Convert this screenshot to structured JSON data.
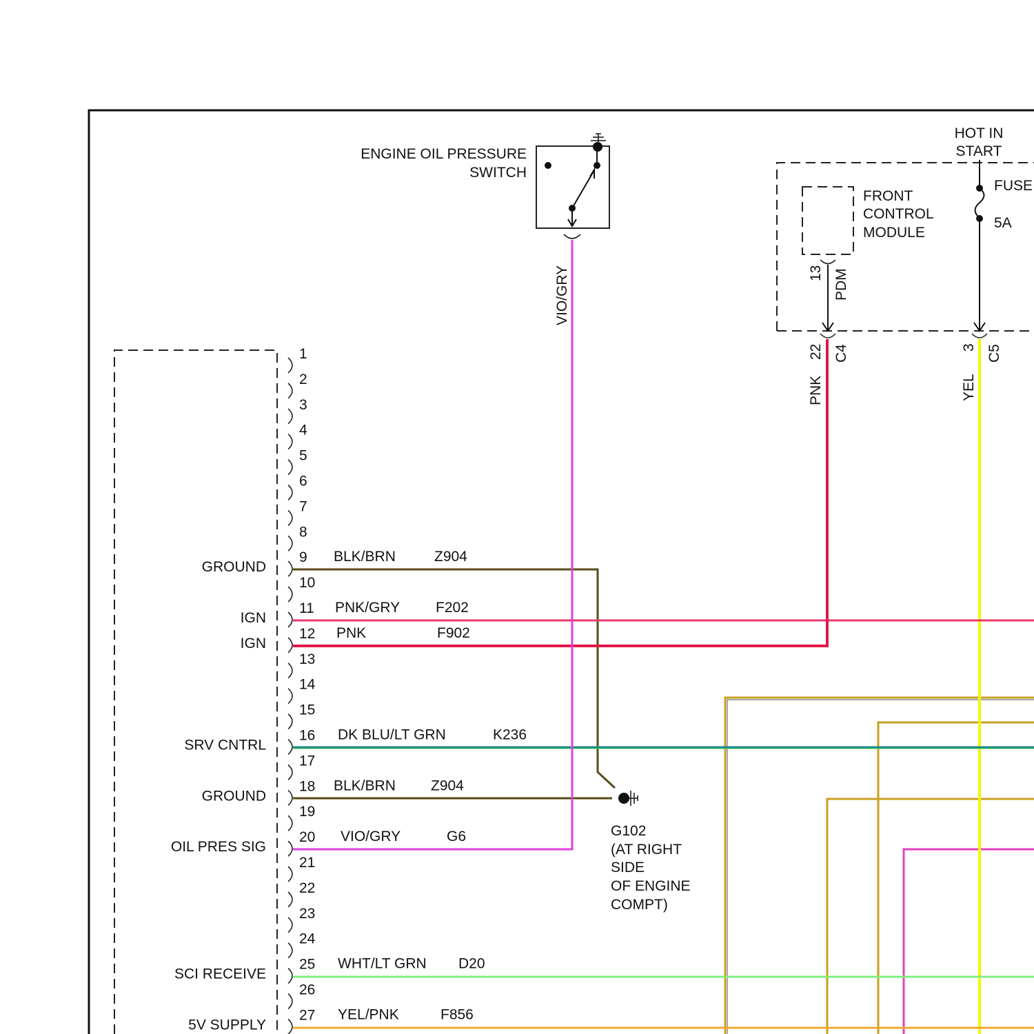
{
  "components": {
    "oil_switch": {
      "line1": "ENGINE OIL PRESSURE",
      "line2": "SWITCH"
    },
    "hot_in_start": {
      "line1": "HOT IN",
      "line2": "START"
    },
    "fuse": {
      "label": "FUSE",
      "rating": "5A"
    },
    "fcm": {
      "line1": "FRONT",
      "line2": "CONTROL",
      "line3": "MODULE"
    },
    "pdm": {
      "pin": "13",
      "label": "PDM"
    },
    "c4": {
      "pin": "22",
      "label": "C4"
    },
    "c5": {
      "pin": "3",
      "label": "C5"
    },
    "ground_g102": {
      "line1": "G102",
      "line2": "(AT RIGHT",
      "line3": "SIDE",
      "line4": "OF ENGINE",
      "line5": "COMPT)"
    }
  },
  "vertical_wire_labels": {
    "vio_gry": "VIO/GRY",
    "pnk": "PNK",
    "yel": "YEL"
  },
  "pins": [
    "1",
    "2",
    "3",
    "4",
    "5",
    "6",
    "7",
    "8",
    "9",
    "10",
    "11",
    "12",
    "13",
    "14",
    "15",
    "16",
    "17",
    "18",
    "19",
    "20",
    "21",
    "22",
    "23",
    "24",
    "25",
    "26",
    "27"
  ],
  "circuits": [
    {
      "pin": "9",
      "function": "GROUND",
      "wire": "BLK/BRN",
      "code": "Z904",
      "color": "#5a4a1a"
    },
    {
      "pin": "11",
      "function": "IGN",
      "wire": "PNK/GRY",
      "code": "F202",
      "color": "#e8386a"
    },
    {
      "pin": "12",
      "function": "IGN",
      "wire": "PNK",
      "code": "F902",
      "color": "#e3174a"
    },
    {
      "pin": "16",
      "function": "SRV CNTRL",
      "wire": "DK BLU/LT GRN",
      "code": "K236",
      "color": "#1b8a8a"
    },
    {
      "pin": "18",
      "function": "GROUND",
      "wire": "BLK/BRN",
      "code": "Z904",
      "color": "#5a4a1a"
    },
    {
      "pin": "20",
      "function": "OIL PRES SIG",
      "wire": "VIO/GRY",
      "code": "G6",
      "color": "#e040e0"
    },
    {
      "pin": "25",
      "function": "SCI RECEIVE",
      "wire": "WHT/LT GRN",
      "code": "D20",
      "color": "#7ef07e"
    },
    {
      "pin": "27",
      "function": "5V SUPPLY",
      "wire": "YEL/PNK",
      "code": "F856",
      "color": "#f0a830"
    }
  ],
  "colors": {
    "vio_gry": "#e040e0",
    "pnk": "#e3174a",
    "pnk_gry": "#e8386a",
    "yel": "#f6f600",
    "blk_brn": "#5a4a1a",
    "dk_blu_lt_grn": "#1b8a8a",
    "wht_lt_grn": "#7ef07e",
    "yel_pnk": "#f0a830",
    "tan": "#c8a020",
    "violet": "#e040c0",
    "gray_tan": "#9a8a50"
  }
}
